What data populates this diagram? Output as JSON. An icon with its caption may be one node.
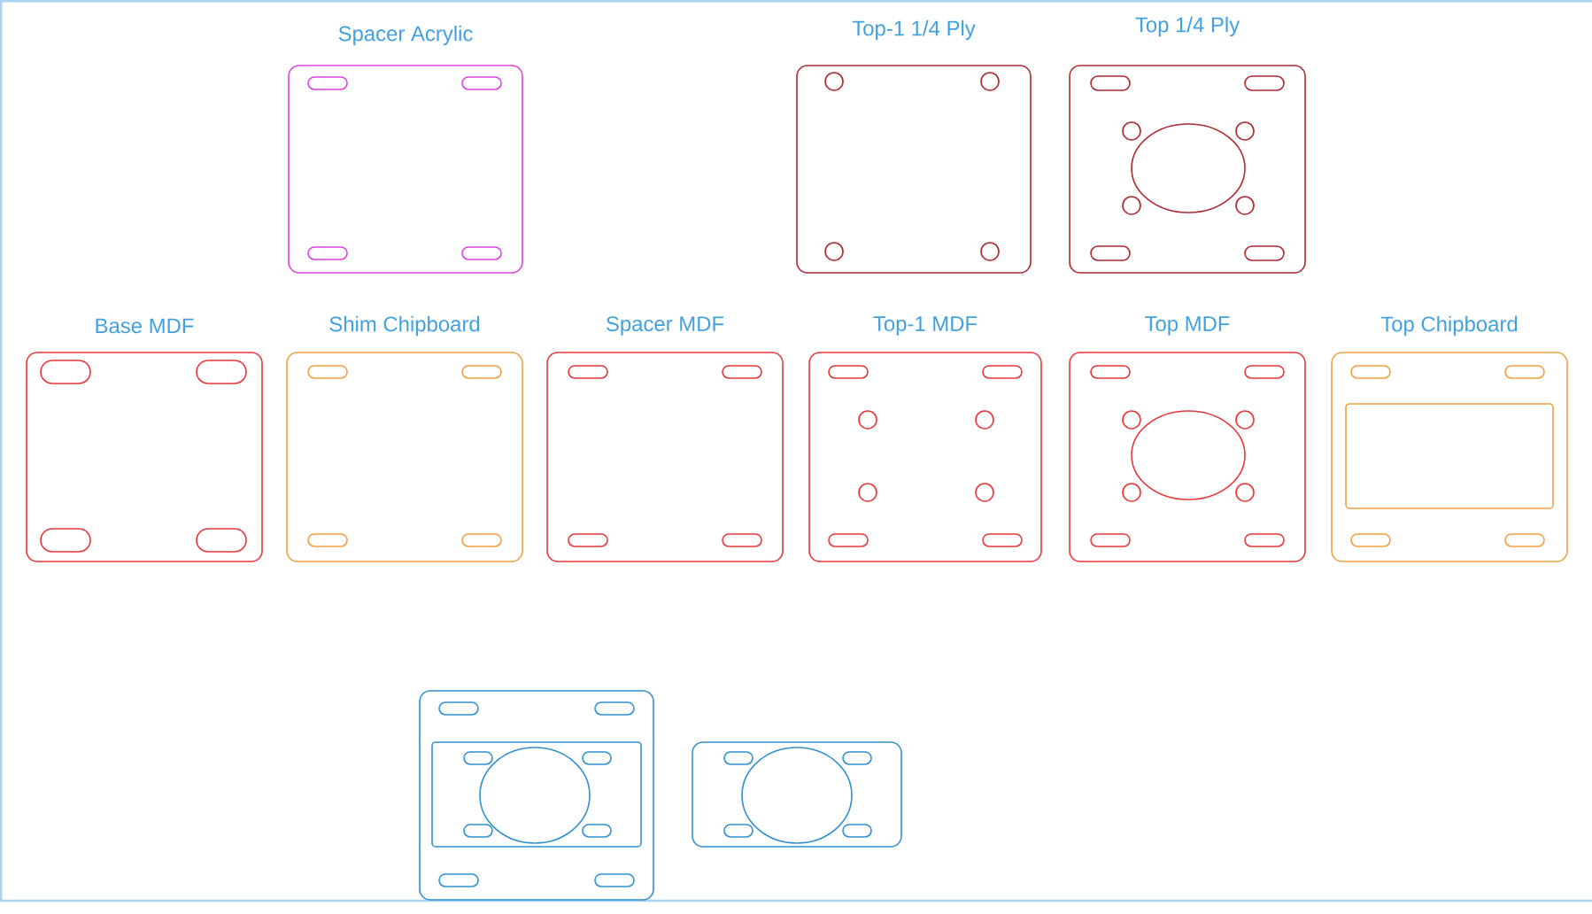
{
  "diagram": {
    "nodes": [
      {
        "text": [
          "Spacer Acrylic"
        ]
      },
      {
        "text": [
          "Top-1 1/4 Ply"
        ]
      },
      {
        "text": [
          "Top 1/4 Ply"
        ]
      },
      {
        "text": [
          "Base MDF"
        ]
      },
      {
        "text": [
          "Shim Chipboard"
        ]
      },
      {
        "text": [
          "Spacer MDF"
        ]
      },
      {
        "text": [
          "Top-1 MDF"
        ]
      },
      {
        "text": [
          "Top MDF"
        ]
      },
      {
        "text": [
          "Top Chipboard"
        ]
      },
      {
        "text": [],
        "shape": "box"
      },
      {
        "text": [],
        "shape": "box"
      }
    ]
  }
}
